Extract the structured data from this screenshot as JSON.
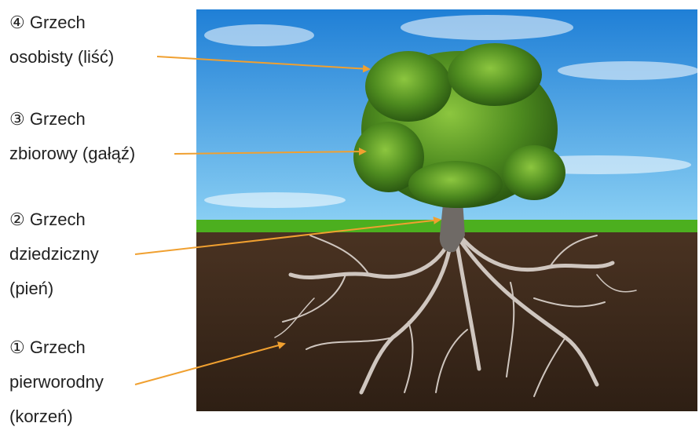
{
  "labels": {
    "personal": {
      "lines": [
        "④ Grzech",
        "osobisty (liść)"
      ]
    },
    "collective": {
      "lines": [
        "③ Grzech",
        "zbiorowy (gałąź)"
      ]
    },
    "inherited": {
      "lines": [
        "② Grzech",
        "dziedziczny",
        "(pień)"
      ]
    },
    "original": {
      "lines": [
        "① Grzech",
        "pierworodny",
        "(korzeń)"
      ]
    }
  },
  "colors": {
    "arrow": "#f0a030",
    "sky_top": "#1f7fd6",
    "sky_bottom": "#8fd3f5",
    "grass": "#4caf1f",
    "soil": "#3e2a1c",
    "foliage": "#4d8a1f",
    "trunk": "#6f6a66",
    "roots": "#cfc6bf",
    "text": "#222222"
  }
}
